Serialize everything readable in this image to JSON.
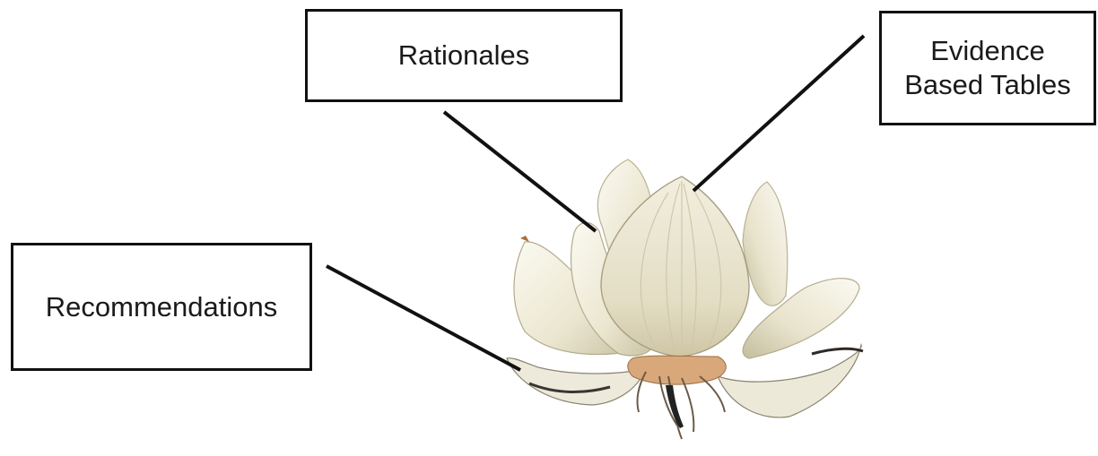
{
  "labels": {
    "rationales": "Rationales",
    "evidence": "Evidence\nBased Tables",
    "recommendations": "Recommendations"
  },
  "colors": {
    "petal_light": "#f6f3e6",
    "petal_mid": "#e4dfc8",
    "petal_shadow": "#bdb69a",
    "bulb_base": "#d9a87a",
    "roots": "#6b5a48",
    "line": "#111111"
  },
  "image": {
    "subject": "onion-flower-illustration"
  }
}
